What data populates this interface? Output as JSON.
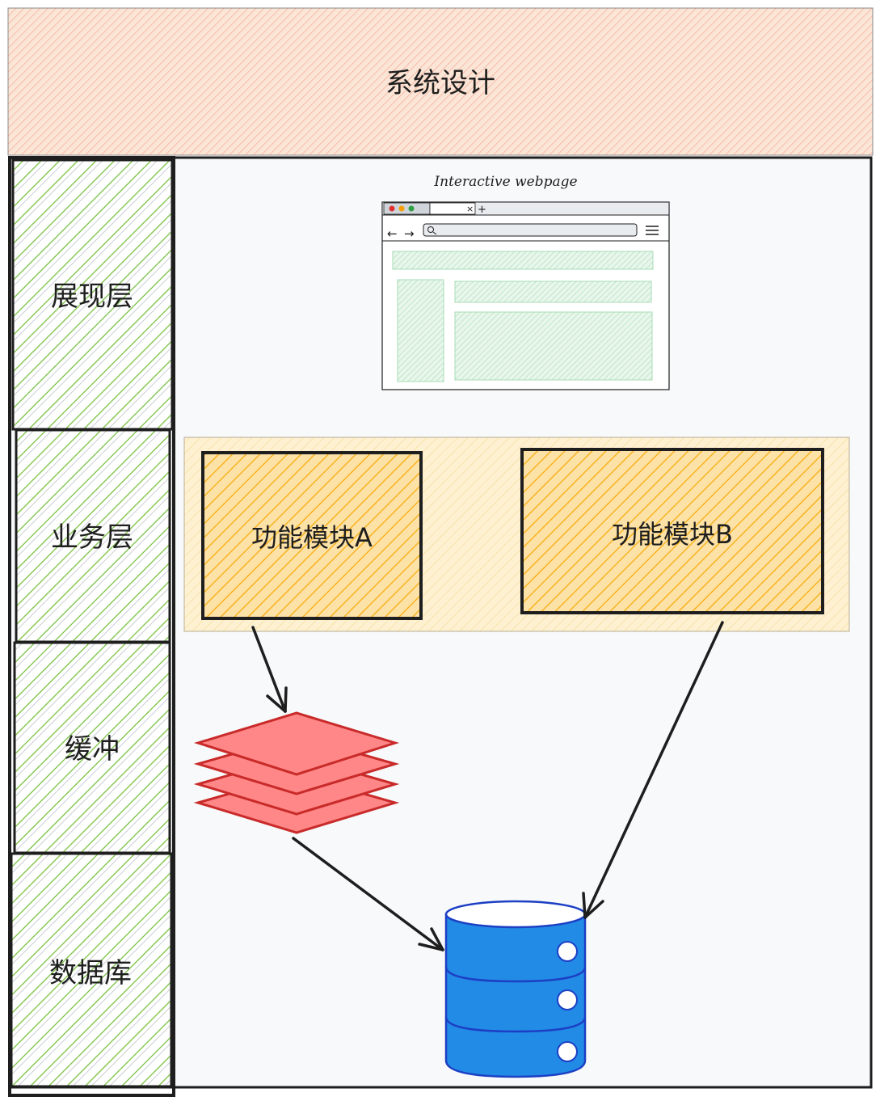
{
  "header": {
    "title": "系统设计"
  },
  "layers": [
    {
      "label": "展现层"
    },
    {
      "label": "业务层"
    },
    {
      "label": "缓冲"
    },
    {
      "label": "数据库"
    }
  ],
  "webpage": {
    "caption": "Interactive webpage"
  },
  "modules": [
    {
      "label": "功能模块A"
    },
    {
      "label": "功能模块B"
    }
  ],
  "colors": {
    "header_fill": "#fbe5d6",
    "header_hatch": "#f4a38a",
    "layer_hatch": "#7ac143",
    "business_fill": "#fdf1d2",
    "module_hatch": "#f8b320",
    "cache_fill": "#ff8787",
    "cache_stroke": "#c92a2a",
    "db_fill": "#228be6",
    "db_stroke": "#1c3fc4",
    "webpage_hatch": "#a7dcb4",
    "canvas_bg": "#f8f9fa"
  },
  "icons": {
    "cache": "stacked-layers-icon",
    "database": "database-icon",
    "browser": "browser-window-icon"
  }
}
